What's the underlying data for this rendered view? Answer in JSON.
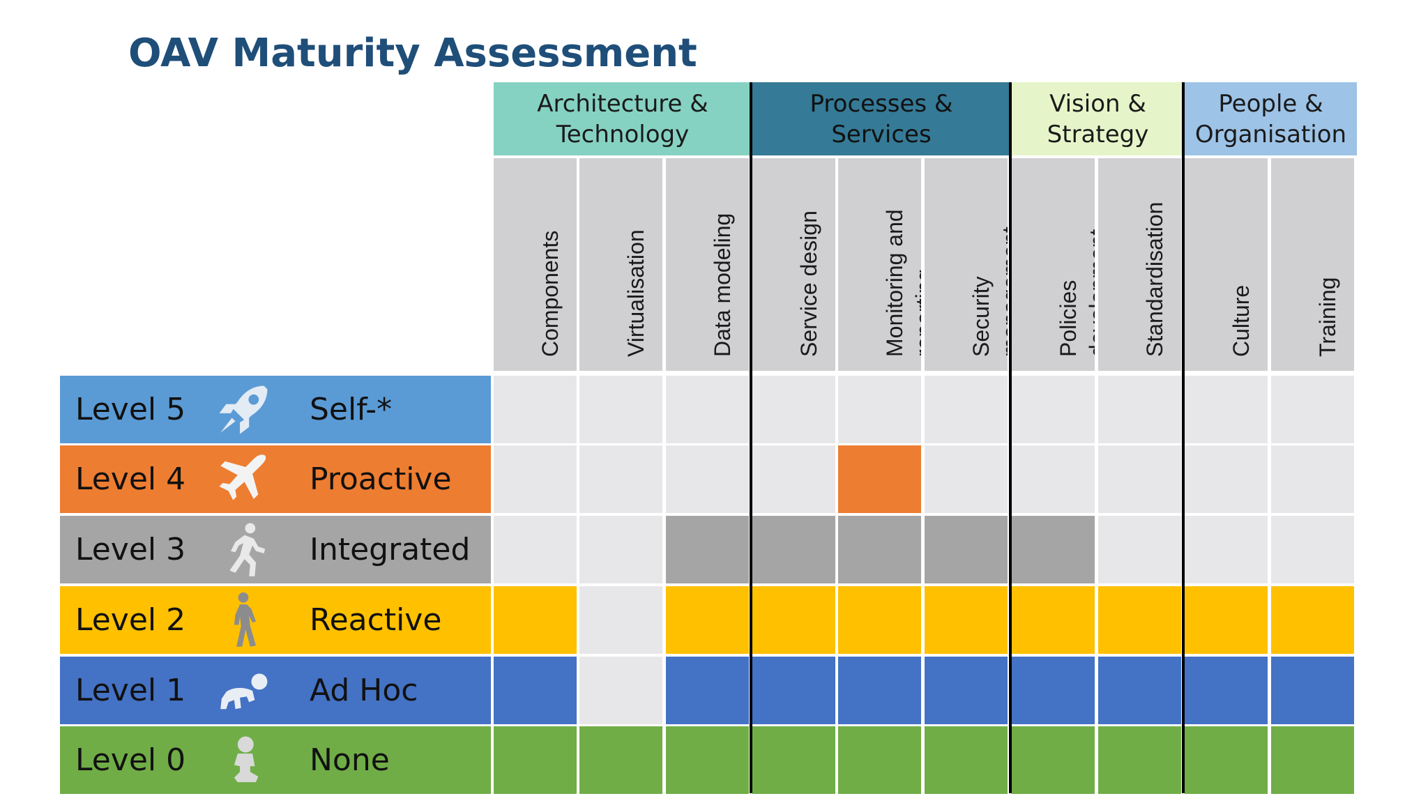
{
  "title": "OAV Maturity Assessment",
  "groups": [
    {
      "label": "Architecture & Technology",
      "color": "#86d2c2"
    },
    {
      "label": "Processes & Services",
      "color": "#357a96"
    },
    {
      "label": "Vision & Strategy",
      "color": "#e6f5c9"
    },
    {
      "label": "People & Organisation",
      "color": "#9dc3e6"
    }
  ],
  "columns": [
    "Components",
    "Virtualisation",
    "Data modeling",
    "Service design",
    "Monitoring and reporting",
    "Security management",
    "Policies development",
    "Standardisation",
    "Culture",
    "Training"
  ],
  "levels": [
    {
      "num": "Level 5",
      "name": "Self-*",
      "color": "#5b9bd5",
      "icon": "rocket-icon"
    },
    {
      "num": "Level 4",
      "name": "Proactive",
      "color": "#ed7d31",
      "icon": "airplane-icon"
    },
    {
      "num": "Level 3",
      "name": "Integrated",
      "color": "#a5a5a5",
      "icon": "running-person-icon"
    },
    {
      "num": "Level 2",
      "name": "Reactive",
      "color": "#ffc000",
      "icon": "walking-person-icon"
    },
    {
      "num": "Level 1",
      "name": "Ad Hoc",
      "color": "#4472c4",
      "icon": "crawling-baby-icon"
    },
    {
      "num": "Level 0",
      "name": "None",
      "color": "#70ad47",
      "icon": "sitting-baby-icon"
    }
  ],
  "empty_cell_color": "#e7e6e9",
  "assessment": [
    [
      0,
      0,
      0,
      0,
      0,
      0,
      0,
      0,
      0,
      0
    ],
    [
      0,
      0,
      0,
      0,
      1,
      0,
      0,
      0,
      0,
      0
    ],
    [
      0,
      0,
      1,
      1,
      1,
      1,
      1,
      0,
      0,
      0
    ],
    [
      1,
      0,
      1,
      1,
      1,
      1,
      1,
      1,
      1,
      1
    ],
    [
      1,
      0,
      1,
      1,
      1,
      1,
      1,
      1,
      1,
      1
    ],
    [
      1,
      1,
      1,
      1,
      1,
      1,
      1,
      1,
      1,
      1
    ]
  ]
}
